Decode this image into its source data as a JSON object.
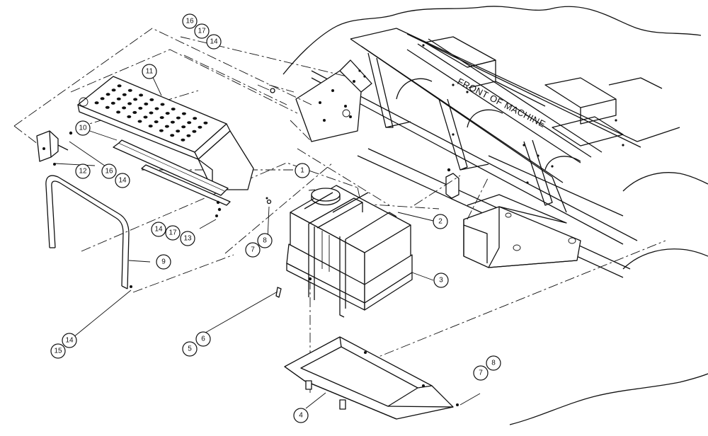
{
  "diagram": {
    "front_label": "FRONT OF MACHINE",
    "callouts": [
      {
        "id": "c1",
        "label": "1"
      },
      {
        "id": "c2",
        "label": "2"
      },
      {
        "id": "c3",
        "label": "3"
      },
      {
        "id": "c4",
        "label": "4"
      },
      {
        "id": "c5",
        "label": "5"
      },
      {
        "id": "c6",
        "label": "6"
      },
      {
        "id": "c7a",
        "label": "7"
      },
      {
        "id": "c8a",
        "label": "8"
      },
      {
        "id": "c7b",
        "label": "7"
      },
      {
        "id": "c8b",
        "label": "8"
      },
      {
        "id": "c9",
        "label": "9"
      },
      {
        "id": "c10",
        "label": "10"
      },
      {
        "id": "c11",
        "label": "11"
      },
      {
        "id": "c12",
        "label": "12"
      },
      {
        "id": "c13",
        "label": "13"
      },
      {
        "id": "c14a",
        "label": "14"
      },
      {
        "id": "c14b",
        "label": "14"
      },
      {
        "id": "c14c",
        "label": "14"
      },
      {
        "id": "c14d",
        "label": "14"
      },
      {
        "id": "c15",
        "label": "15"
      },
      {
        "id": "c16a",
        "label": "16"
      },
      {
        "id": "c16b",
        "label": "16"
      },
      {
        "id": "c17a",
        "label": "17"
      },
      {
        "id": "c17b",
        "label": "17"
      }
    ]
  }
}
